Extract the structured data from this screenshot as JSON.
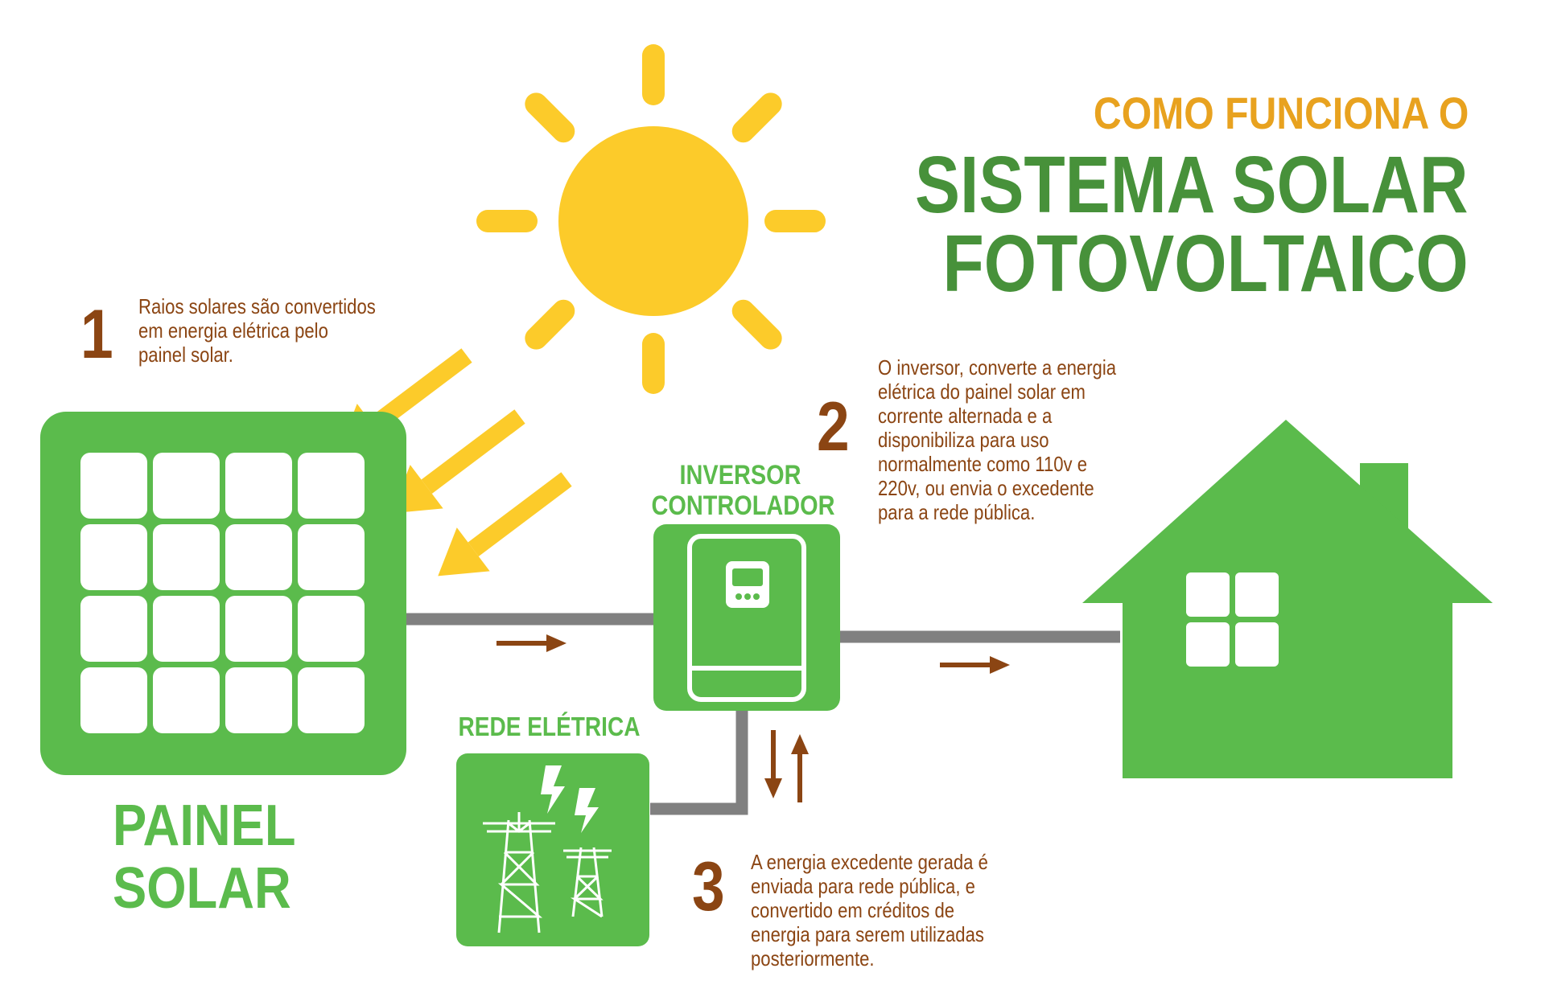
{
  "title": {
    "line1": "COMO FUNCIONA O",
    "line2": "SISTEMA SOLAR",
    "line3": "FOTOVOLTAICO"
  },
  "steps": [
    {
      "number": "1",
      "lines": [
        "Raios solares são convertidos",
        "em energia elétrica pelo",
        "painel solar."
      ]
    },
    {
      "number": "2",
      "lines": [
        "O inversor, converte a energia",
        "elétrica do painel solar em",
        "corrente alternada e a",
        "disponibiliza para uso",
        "normalmente como 110v e",
        "220v, ou envia o excedente",
        "para a rede pública."
      ]
    },
    {
      "number": "3",
      "lines": [
        "A energia excedente gerada é",
        "enviada para rede pública, e",
        "convertido em créditos de",
        "energia para serem utilizadas",
        "posteriormente."
      ]
    }
  ],
  "labels": {
    "inverter_line1": "INVERSOR",
    "inverter_line2": "CONTROLADOR",
    "grid": "REDE ELÉTRICA",
    "panel_line1": "PAINEL",
    "panel_line2": "SOLAR"
  },
  "icons": [
    "sun-icon",
    "solar-panel-icon",
    "inverter-icon",
    "house-icon",
    "power-grid-icon",
    "lightning-icon",
    "arrow-icon"
  ],
  "colors": {
    "green": "#5bbb4c",
    "dark_green": "#47913a",
    "orange": "#e8a21f",
    "yellow": "#fccb2a",
    "brown": "#8b4513",
    "gray": "#808080"
  }
}
